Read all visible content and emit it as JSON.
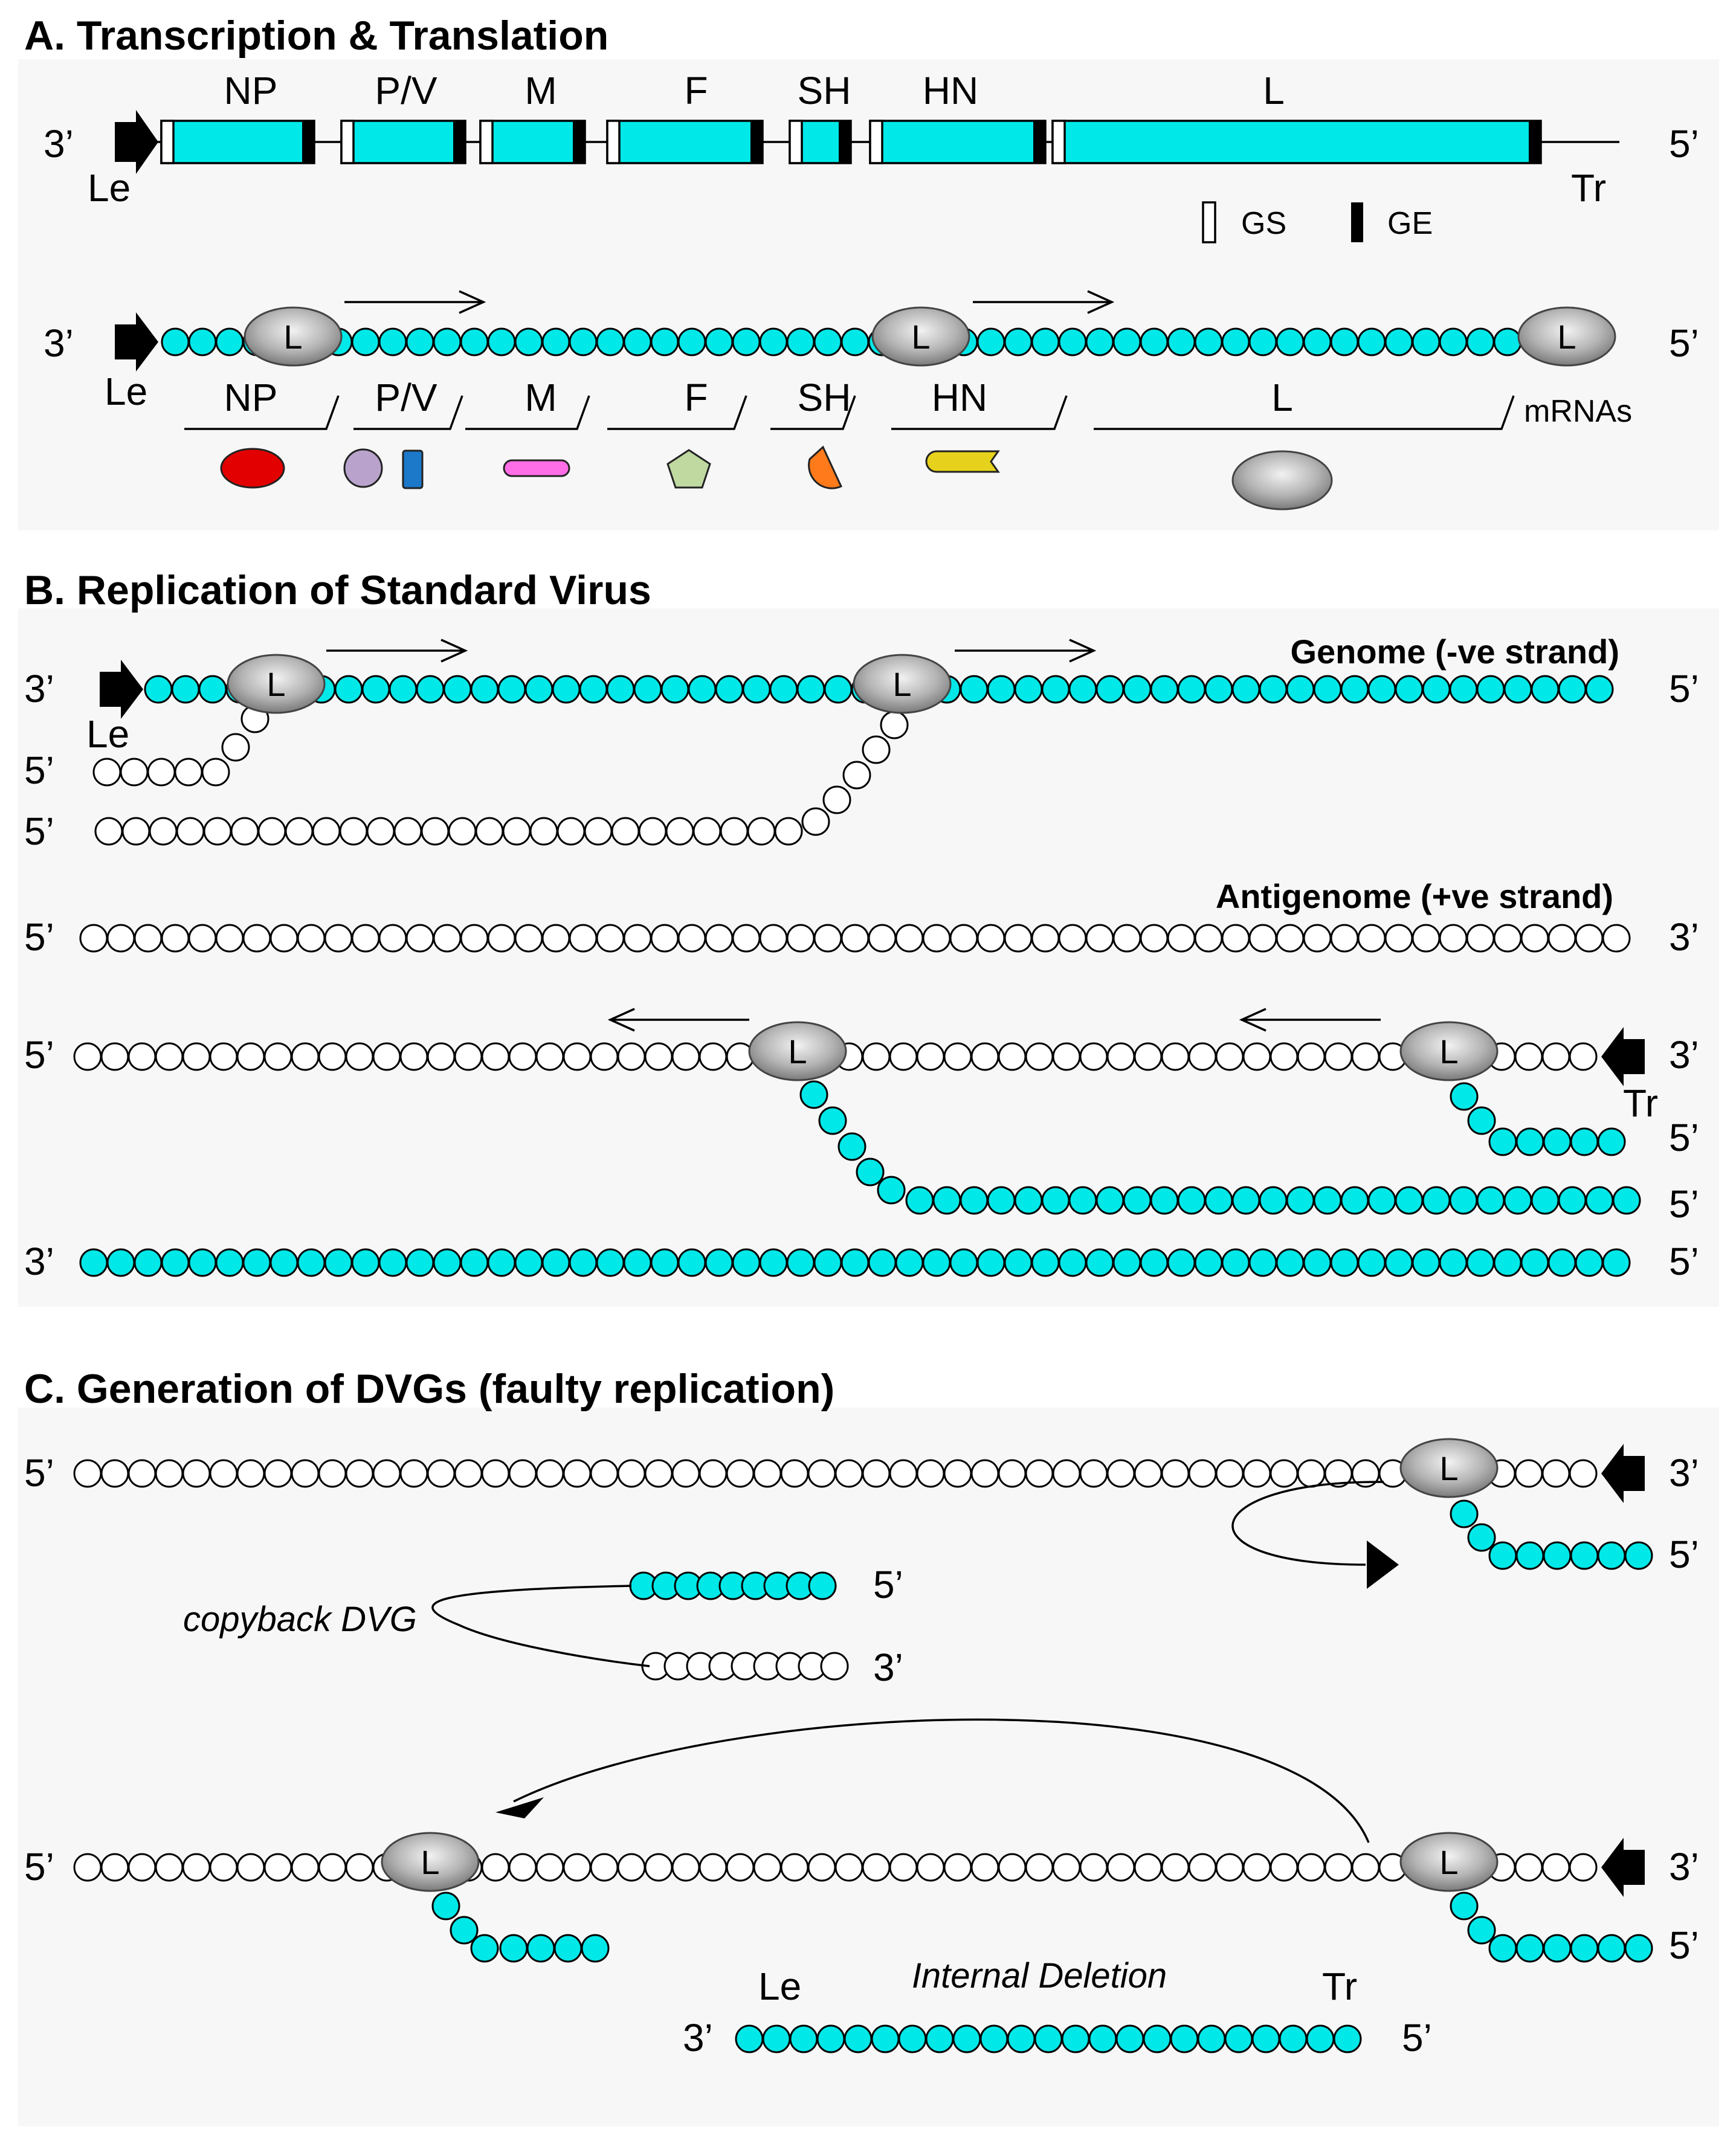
{
  "panels": {
    "A": {
      "title": "A. Transcription & Translation"
    },
    "B": {
      "title": "B. Replication of Standard Virus"
    },
    "C": {
      "title": "C. Generation of DVGs (faulty replication)"
    }
  },
  "ends": {
    "three": "3’",
    "five": "5’"
  },
  "features": {
    "leader": "Le",
    "trailer": "Tr"
  },
  "genes": [
    "NP",
    "P/V",
    "M",
    "F",
    "SH",
    "HN",
    "L"
  ],
  "legend": {
    "gs": "GS",
    "ge": "GE"
  },
  "polymerase": "L",
  "mrnas_label": "mRNAs",
  "strand_labels": {
    "genome": "Genome (-ve strand)",
    "antigenome": "Antigenome (+ve strand)"
  },
  "dvg_labels": {
    "copyback": "copyback DVG",
    "internal": "Internal Deletion"
  },
  "colors": {
    "panel_bg": "#f7f7f7",
    "rna_genome": "#00e8e8",
    "rna_antigenome": "#ffffff",
    "np": "#e30000",
    "p": "#b9a3cc",
    "v": "#1c78c8",
    "m": "#ff6ee6",
    "f": "#bfd9a0",
    "sh": "#ff7a1a",
    "hn": "#e6d21c",
    "l": "#a0a0a0"
  },
  "protein_icons": [
    "np-ellipse-icon",
    "p-circle-icon",
    "v-rectangle-icon",
    "m-capsule-icon",
    "f-pentagon-icon",
    "sh-wedge-icon",
    "hn-hook-icon",
    "l-ellipse-icon"
  ]
}
